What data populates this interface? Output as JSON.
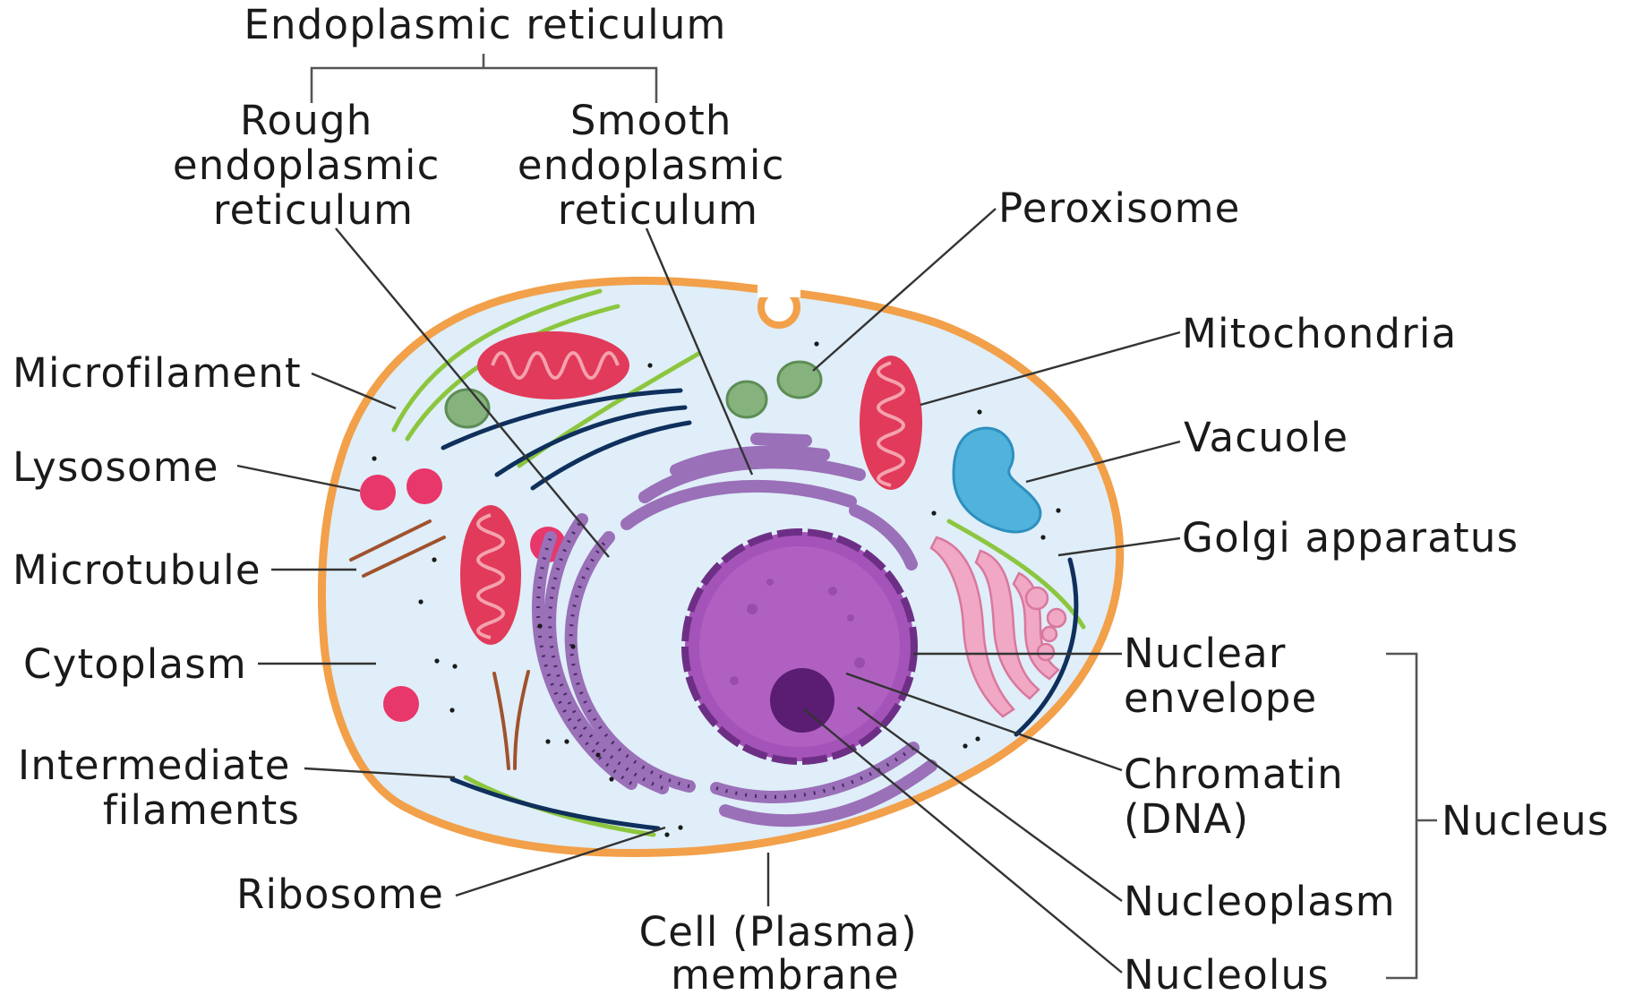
{
  "colors": {
    "membrane": "#f2a04a",
    "cytoplasm": "#dfeef8",
    "mitochondria": "#e23a5a",
    "mito_cristae": "#f4a2ae",
    "peroxisome": "#86b37d",
    "lysosome": "#e8376a",
    "vacuole": "#4fb3dc",
    "golgi": "#f0a8c4",
    "er": "#9a70b8",
    "nucleus": "#a453b8",
    "nucleolus": "#5a1d72",
    "microfilament": "#8cc63f",
    "microtubule": "#0f2f5c",
    "intermediate_filament": "#a0522d"
  },
  "labels": {
    "er_group": "Endoplasmic reticulum",
    "rough_er": [
      "Rough",
      "endoplasmic",
      "reticulum"
    ],
    "smooth_er": [
      "Smooth",
      "endoplasmic",
      "reticulum"
    ],
    "peroxisome": "Peroxisome",
    "mitochondria": "Mitochondria",
    "microfilament": "Microfilament",
    "vacuole": "Vacuole",
    "lysosome": "Lysosome",
    "golgi": "Golgi apparatus",
    "microtubule": "Microtubule",
    "cytoplasm": "Cytoplasm",
    "nuclear_envelope": [
      "Nuclear",
      "envelope"
    ],
    "chromatin": [
      "Chromatin",
      "(DNA)"
    ],
    "nucleus": "Nucleus",
    "intermediate_filaments": [
      "Intermediate",
      "filaments"
    ],
    "nucleoplasm": "Nucleoplasm",
    "ribosome": "Ribosome",
    "cell_membrane": [
      "Cell (Plasma)",
      "membrane"
    ],
    "nucleolus": "Nucleolus"
  }
}
